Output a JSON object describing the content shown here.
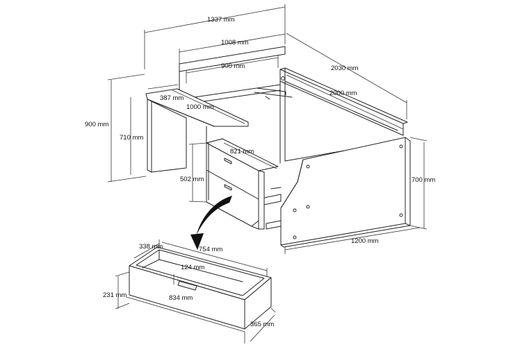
{
  "dimensions": {
    "overall_width": "1337 mm",
    "backboard_width": "1008 mm",
    "shelf_top_width": "900 mm",
    "desk_depth": "387 mm",
    "desk_width": "1000 mm",
    "overall_height": "900 mm",
    "desk_height": "710 mm",
    "drawer_unit_width": "821 mm",
    "drawer_unit_height": "502 mm",
    "bed_length": "2030 mm",
    "inner_length": "2000 mm",
    "bed_height": "700 mm",
    "bed_width": "1200 mm",
    "drawer_inner_depth": "338 mm",
    "drawer_inner_length": "754 mm",
    "drawer_inner_height": "124 mm",
    "drawer_height": "231 mm",
    "drawer_length": "834 mm",
    "drawer_depth": "365 mm"
  }
}
